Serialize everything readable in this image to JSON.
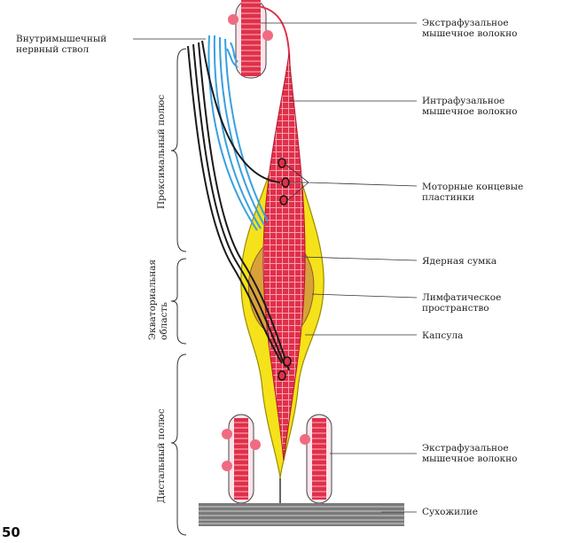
{
  "labels": {
    "nerve_trunk": [
      "Внутримышечный",
      "нервный ствол"
    ],
    "extrafusal_top": [
      "Экстрафузальное",
      "мышечное волокно"
    ],
    "intrafusal": [
      "Интрафузальное",
      "мышечное волокно"
    ],
    "motor_plates": [
      "Моторные концевые",
      "пластинки"
    ],
    "nuclear_bag": [
      "Ядерная сумка"
    ],
    "lymph_space": [
      "Лимфатическое",
      "пространство"
    ],
    "capsule": [
      "Капсула"
    ],
    "extrafusal_bottom": [
      "Экстрафузальное",
      "мышечное волокно"
    ],
    "tendon": [
      "Сухожилие"
    ]
  },
  "regions": {
    "proximal": "Проксимальный полюс",
    "equatorial": [
      "Экваториальная",
      "область"
    ],
    "distal": "Дистальный полюс"
  },
  "page_number": "50",
  "colors": {
    "fiber_red": "#e0304a",
    "fiber_pink": "#f06b82",
    "capsule_yellow": "#f5e21a",
    "nucleus_orange": "#d9a13a",
    "nerve_blue": "#3aa0e0",
    "nerve_black": "#1a1a1a",
    "tendon_gray": "#6f6f6f"
  }
}
